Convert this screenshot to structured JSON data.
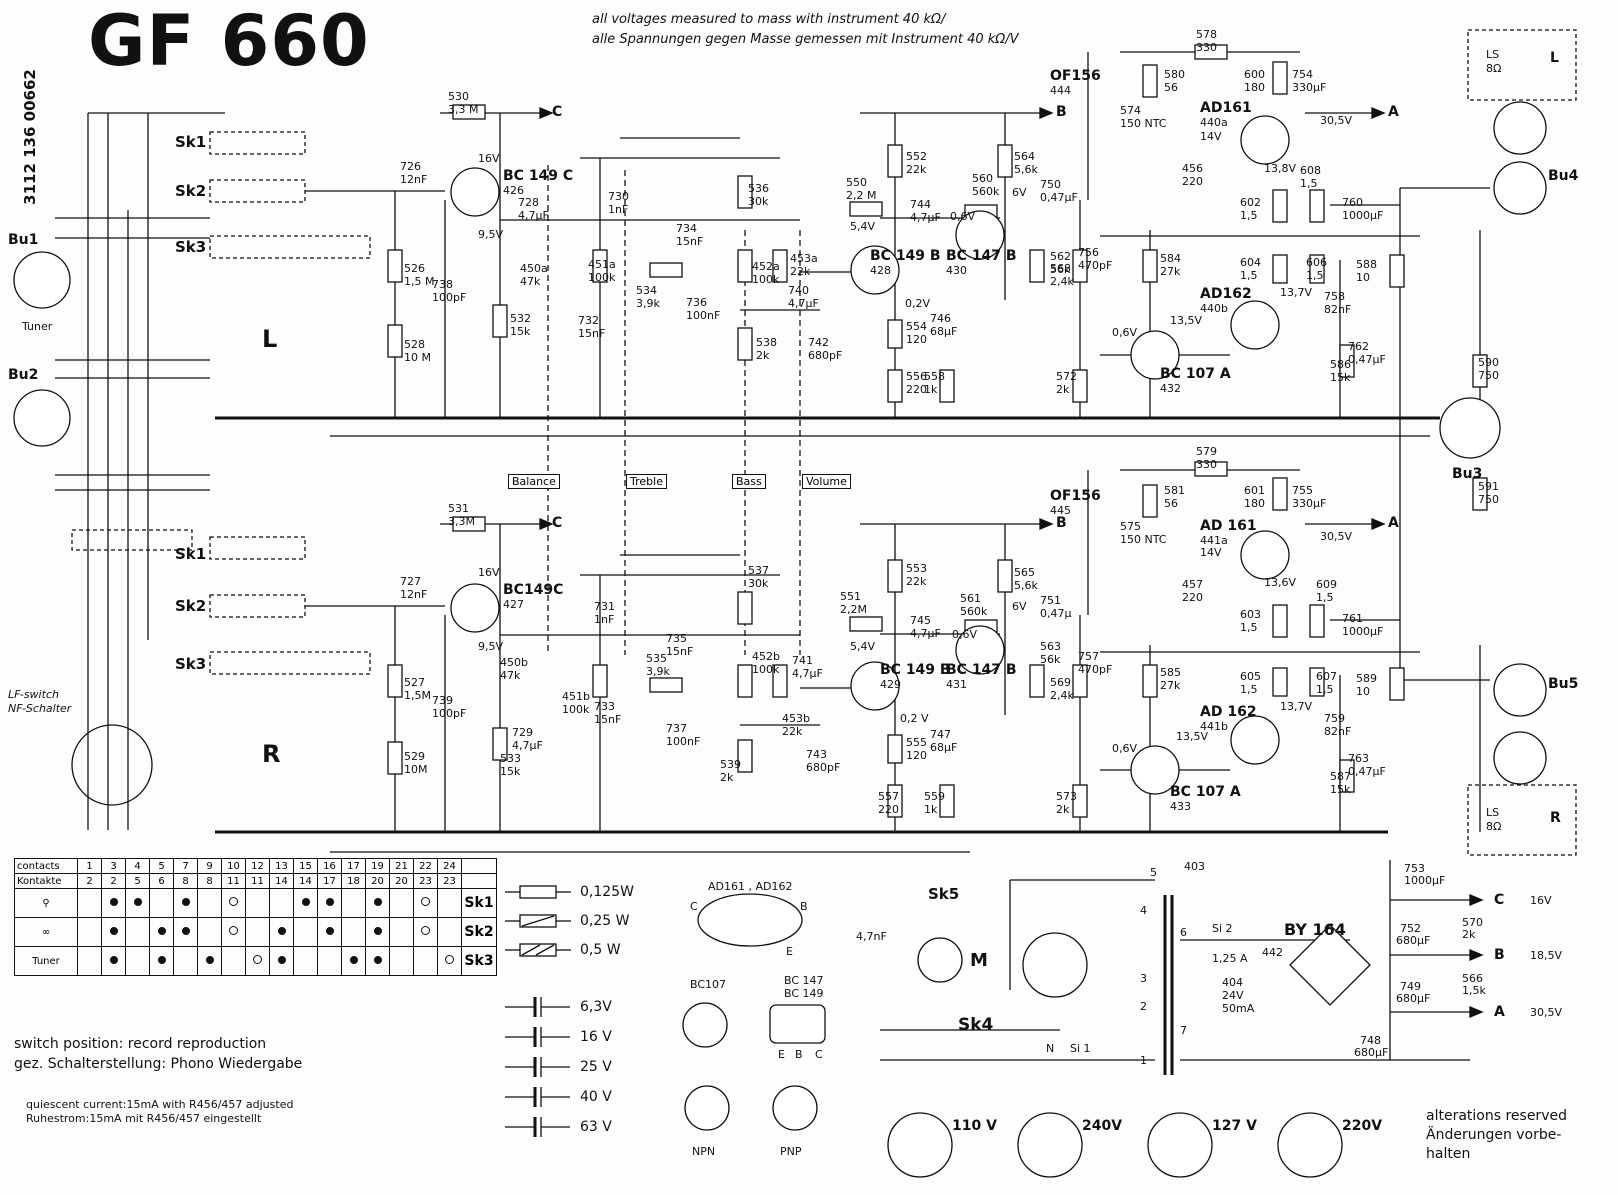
{
  "title": "GF 660",
  "serial": "3112 136 00662",
  "notes": {
    "en": "all voltages measured to mass with instrument 40 kΩ/",
    "de": "alle Spannungen gegen Masse gemessen mit Instrument 40 kΩ/V"
  },
  "connectors": {
    "bu1": "Bu1",
    "tuner": "Tuner",
    "bu2": "Bu2",
    "bu3": "Bu3",
    "bu4": "Bu4",
    "bu5": "Bu5",
    "ls_top": "LS",
    "ls_top_ohm": "8Ω",
    "ls_bottom": "LS",
    "ls_bottom_ohm": "8Ω",
    "L": "L",
    "R": "R"
  },
  "channels": {
    "left": "L",
    "right": "R"
  },
  "switches": {
    "sk1": "Sk1",
    "sk2": "Sk2",
    "sk3": "Sk3",
    "sk1b": "Sk1",
    "sk2b": "Sk2",
    "sk3b": "Sk3",
    "sk4": "Sk4",
    "sk5": "Sk5",
    "lf_en": "LF-switch",
    "lf_de": "NF-Schalter",
    "motor": "M"
  },
  "controls": [
    "Balance",
    "Treble",
    "Bass",
    "Volume"
  ],
  "rails": {
    "c": "C",
    "b": "B",
    "a": "A"
  },
  "top_components": [
    {
      "id": "530",
      "val": "3,3 M"
    },
    {
      "id": "726",
      "val": "12nF"
    },
    {
      "id": "526",
      "val": "1,5 M"
    },
    {
      "id": "528",
      "val": "10 M"
    },
    {
      "id": "738",
      "val": "100pF"
    },
    {
      "id": "532",
      "val": "15k"
    },
    {
      "id": "728",
      "val": "4,7µF"
    },
    {
      "id": "450a",
      "val": "47k"
    },
    {
      "id": "730",
      "val": "1nF"
    },
    {
      "id": "451a",
      "val": "100k"
    },
    {
      "id": "732",
      "val": "15nF"
    },
    {
      "id": "734",
      "val": "15nF"
    },
    {
      "id": "534",
      "val": "3,9k"
    },
    {
      "id": "736",
      "val": "100nF"
    },
    {
      "id": "536",
      "val": "30k"
    },
    {
      "id": "452a",
      "val": "100k"
    },
    {
      "id": "538",
      "val": "2k"
    },
    {
      "id": "453a",
      "val": "22k"
    },
    {
      "id": "740",
      "val": "4,7µF"
    },
    {
      "id": "742",
      "val": "680pF"
    },
    {
      "id": "550",
      "val": "2,2 M"
    },
    {
      "id": "552",
      "val": "22k"
    },
    {
      "id": "554",
      "val": "120"
    },
    {
      "id": "556",
      "val": "220"
    },
    {
      "id": "558",
      "val": "1k"
    },
    {
      "id": "746",
      "val": "68µF"
    },
    {
      "id": "744",
      "val": "4,7µF"
    },
    {
      "id": "560",
      "val": "560k"
    },
    {
      "id": "564",
      "val": "5,6k"
    },
    {
      "id": "562",
      "val": "56k"
    },
    {
      "id": "568",
      "val": "2,4k"
    },
    {
      "id": "750",
      "val": "0,47µF"
    },
    {
      "id": "572",
      "val": "2k"
    },
    {
      "id": "756",
      "val": "470pF"
    },
    {
      "id": "574",
      "val": "150 NTC"
    },
    {
      "id": "580",
      "val": "56"
    },
    {
      "id": "584",
      "val": "27k"
    },
    {
      "id": "456",
      "val": "220"
    },
    {
      "id": "578",
      "val": "330"
    },
    {
      "id": "600",
      "val": "180"
    },
    {
      "id": "754",
      "val": "330µF"
    },
    {
      "id": "602",
      "val": "1,5"
    },
    {
      "id": "608",
      "val": "1,5"
    },
    {
      "id": "604",
      "val": "1,5"
    },
    {
      "id": "606",
      "val": "1,5"
    },
    {
      "id": "758",
      "val": "82nF"
    },
    {
      "id": "586",
      "val": "15k"
    },
    {
      "id": "760",
      "val": "1000µF"
    },
    {
      "id": "588",
      "val": "10"
    },
    {
      "id": "762",
      "val": "0,47µF"
    },
    {
      "id": "590",
      "val": "750"
    }
  ],
  "bottom_components": [
    {
      "id": "531",
      "val": "3,3M"
    },
    {
      "id": "727",
      "val": "12nF"
    },
    {
      "id": "527",
      "val": "1,5M"
    },
    {
      "id": "529",
      "val": "10M"
    },
    {
      "id": "739",
      "val": "100pF"
    },
    {
      "id": "533",
      "val": "15k"
    },
    {
      "id": "729",
      "val": "4,7µF"
    },
    {
      "id": "450b",
      "val": "47k"
    },
    {
      "id": "731",
      "val": "1nF"
    },
    {
      "id": "451b",
      "val": "100k"
    },
    {
      "id": "733",
      "val": "15nF"
    },
    {
      "id": "735",
      "val": "15nF"
    },
    {
      "id": "535",
      "val": "3,9k"
    },
    {
      "id": "737",
      "val": "100nF"
    },
    {
      "id": "537",
      "val": "30k"
    },
    {
      "id": "452b",
      "val": "100k"
    },
    {
      "id": "539",
      "val": "2k"
    },
    {
      "id": "453b",
      "val": "22k"
    },
    {
      "id": "741",
      "val": "4,7µF"
    },
    {
      "id": "743",
      "val": "680pF"
    },
    {
      "id": "551",
      "val": "2,2M"
    },
    {
      "id": "553",
      "val": "22k"
    },
    {
      "id": "555",
      "val": "120"
    },
    {
      "id": "557",
      "val": "220"
    },
    {
      "id": "559",
      "val": "1k"
    },
    {
      "id": "747",
      "val": "68µF"
    },
    {
      "id": "745",
      "val": "4,7µF"
    },
    {
      "id": "561",
      "val": "560k"
    },
    {
      "id": "565",
      "val": "5,6k"
    },
    {
      "id": "563",
      "val": "56k"
    },
    {
      "id": "569",
      "val": "2,4k"
    },
    {
      "id": "751",
      "val": "0,47µ"
    },
    {
      "id": "573",
      "val": "2k"
    },
    {
      "id": "757",
      "val": "470pF"
    },
    {
      "id": "575",
      "val": "150 NTC"
    },
    {
      "id": "581",
      "val": "56"
    },
    {
      "id": "585",
      "val": "27k"
    },
    {
      "id": "457",
      "val": "220"
    },
    {
      "id": "579",
      "val": "330"
    },
    {
      "id": "601",
      "val": "180"
    },
    {
      "id": "755",
      "val": "330µF"
    },
    {
      "id": "603",
      "val": "1,5"
    },
    {
      "id": "609",
      "val": "1,5"
    },
    {
      "id": "605",
      "val": "1,5"
    },
    {
      "id": "607",
      "val": "1,5"
    },
    {
      "id": "759",
      "val": "82nF"
    },
    {
      "id": "587",
      "val": "15k"
    },
    {
      "id": "761",
      "val": "1000µF"
    },
    {
      "id": "589",
      "val": "10"
    },
    {
      "id": "763",
      "val": "0,47µF"
    },
    {
      "id": "591",
      "val": "750"
    }
  ],
  "transistors_top": [
    {
      "id": "426",
      "type": "BC 149 C"
    },
    {
      "id": "428",
      "type": "BC 149 B"
    },
    {
      "id": "430",
      "type": "BC 147 B"
    },
    {
      "id": "432",
      "type": "BC 107 A"
    },
    {
      "id": "440a",
      "type": "AD161"
    },
    {
      "id": "440b",
      "type": "AD162"
    },
    {
      "id": "444",
      "type": "OF156"
    }
  ],
  "transistors_bottom": [
    {
      "id": "427",
      "type": "BC149C"
    },
    {
      "id": "429",
      "type": "BC 149 B"
    },
    {
      "id": "431",
      "type": "BC 147 B"
    },
    {
      "id": "433",
      "type": "BC 107 A"
    },
    {
      "id": "441a",
      "type": "AD 161"
    },
    {
      "id": "441b",
      "type": "AD 162"
    },
    {
      "id": "445",
      "type": "OF156"
    }
  ],
  "voltages_top": [
    "16V",
    "9,5V",
    "5,4V",
    "0,6V",
    "6V",
    "0,2V",
    "14V",
    "13,8V",
    "13,7V",
    "13,5V",
    "0,6V",
    "30,5V"
  ],
  "voltages_bottom": [
    "16V",
    "9,5V",
    "5,4V",
    "0,6V",
    "6V",
    "0,2 V",
    "14V",
    "13,6V",
    "13,7V",
    "13,5V",
    "0,6V",
    "30,5V"
  ],
  "contacts_table": {
    "header_en": "contacts",
    "header_de": "Kontakte",
    "top": [
      "1",
      "3",
      "4",
      "5",
      "7",
      "9",
      "10",
      "12",
      "13",
      "15",
      "16",
      "17",
      "19",
      "21",
      "22",
      "24"
    ],
    "bottom": [
      "2",
      "2",
      "5",
      "6",
      "8",
      "8",
      "11",
      "11",
      "14",
      "14",
      "17",
      "18",
      "20",
      "20",
      "23",
      "23"
    ],
    "rows": [
      {
        "label": "⚲",
        "sw": "Sk1",
        "cells": [
          "",
          "dot",
          "dot",
          "",
          "dot",
          "",
          "ring",
          "",
          "",
          "dot",
          "dot",
          "",
          "dot",
          "",
          "ring",
          ""
        ]
      },
      {
        "label": "∞",
        "sw": "Sk2",
        "cells": [
          "",
          "dot",
          "",
          "dot",
          "dot",
          "",
          "ring",
          "",
          "dot",
          "",
          "dot",
          "",
          "dot",
          "",
          "ring",
          ""
        ]
      },
      {
        "label": "Tuner",
        "sw": "Sk3",
        "cells": [
          "",
          "dot",
          "",
          "dot",
          "",
          "dot",
          "",
          "ring",
          "dot",
          "",
          "",
          "dot",
          "dot",
          "",
          "",
          "ring"
        ]
      }
    ]
  },
  "legend": {
    "resistors": [
      "0,125W",
      "0,25 W",
      "0,5 W"
    ],
    "capacitors": [
      "6,3V",
      "16 V",
      "25 V",
      "40 V",
      "63 V"
    ]
  },
  "switch_note": {
    "en": "switch position: record reproduction",
    "de": "gez. Schalterstellung: Phono Wiedergabe"
  },
  "quiescent_note": {
    "en": "quiescent current:15mA with R456/457 adjusted",
    "de": "Ruhestrom:15mA mit R456/457 eingestellt"
  },
  "pinouts": {
    "ad": "AD161 , AD162",
    "bc107": "BC107",
    "bc147": "BC 147",
    "bc149": "BC 149",
    "npn": "NPN",
    "pnp": "PNP",
    "c": "C",
    "b": "B",
    "e": "E"
  },
  "power_supply": {
    "transformer": "403",
    "fuse2": "Si 2",
    "fuse2_val": "1,25 A",
    "fuse1": "Si 1",
    "n": "N",
    "rectifier": "BY 164",
    "rect_id": "442",
    "lamp": "404",
    "lamp_v": "24V",
    "lamp_a": "50mA",
    "cap_4n7": "4,7nF",
    "c753": "753",
    "c753v": "1000µF",
    "c752": "752",
    "c752v": "680µF",
    "r570": "570",
    "r570v": "2k",
    "c749": "749",
    "c749v": "680µF",
    "r566": "566",
    "r566v": "1,5k",
    "c748": "748",
    "c748v": "680µF",
    "out_c": "C",
    "out_c_v": "16V",
    "out_b": "B",
    "out_b_v": "18,5V",
    "out_a": "A",
    "out_a_v": "30,5V",
    "windings": [
      "5",
      "4",
      "3",
      "2",
      "1",
      "6",
      "7"
    ]
  },
  "mains": [
    "110 V",
    "240V",
    "127 V",
    "220V"
  ],
  "alterations": {
    "en": "alterations reserved",
    "de1": "Änderungen vorbe-",
    "de2": "halten"
  }
}
